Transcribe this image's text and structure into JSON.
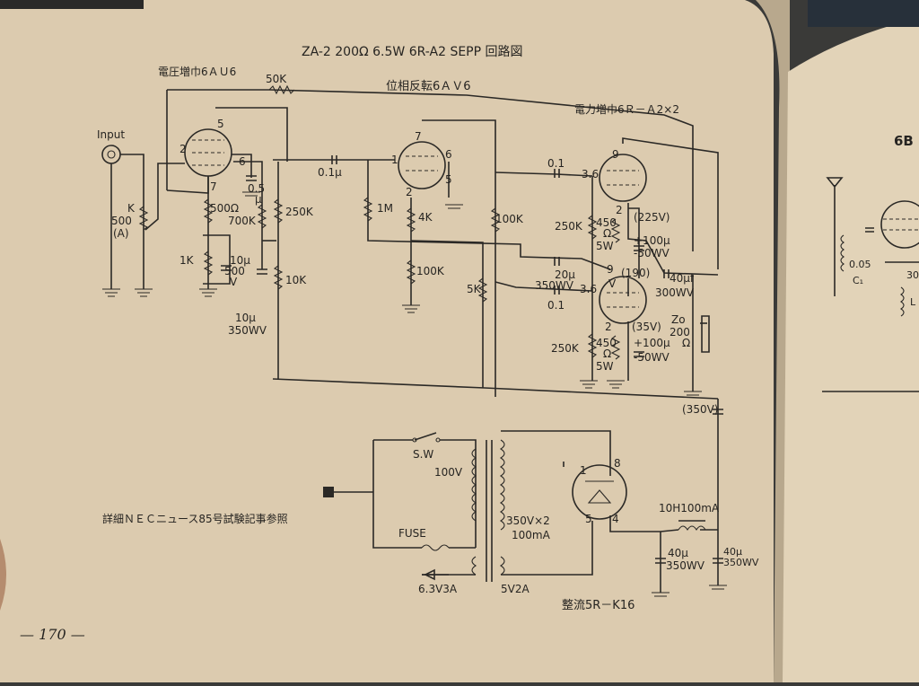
{
  "title": "ZA-2  200Ω  6.5W 6R-A2  SEPP  回路図",
  "stages": {
    "voltage_amp": "電圧増巾6ＡＵ6",
    "phase_inverter": "位相反転6ＡＶ6",
    "power_amp": "電力増巾6Ｒ－Ａ2×2",
    "rectifier": "整流5R－K16"
  },
  "input_label": "Input",
  "components": {
    "r_50k": "50K",
    "c_01u_a": "0.1μ",
    "c_01_b": "0.1",
    "c_01_c": "0.1",
    "pot_k": "K",
    "pot_500": "500",
    "pot_a": "(A)",
    "r_500ohm": "500Ω",
    "c_05": "0.5",
    "c_05_u": "μ",
    "r_700k": "700K",
    "r_250k_a": "250K",
    "r_1k": "1K",
    "c_10u": "10μ",
    "c_10u_v1": "500",
    "c_10u_v2": "V",
    "r_10k": "10K",
    "c_10u_350_a": "10μ",
    "c_10u_350_b": "350WV",
    "r_1m": "1M",
    "r_4k": "4K",
    "r_100k_a": "100K",
    "r_100k_b": "100K",
    "r_5k": "5K",
    "r_250k_b": "250K",
    "r_250k_c": "250K",
    "r_450_a": "450",
    "r_450_a_ohm": "Ω",
    "r_450_a_w": "5W",
    "r_450_b": "450",
    "r_450_b_ohm": "Ω",
    "r_450_b_w": "5W",
    "c_100u_a": "+100μ",
    "c_100u_a_v": "-50WV",
    "c_100u_b": "+100μ",
    "c_100u_b_v": "-50WV",
    "c_20u": "20μ",
    "c_20u_v": "350WV",
    "c_40uf": "40μf",
    "c_40uf_v": "300WV",
    "v_225": "(225V)",
    "v_190": "(190)",
    "v_190_unit": "V",
    "v_35": "(35V)",
    "v_350": "(350V)",
    "zo": "Zo",
    "zo_val": "200",
    "zo_unit": "Ω",
    "sw": "S.W",
    "v100": "100V",
    "fuse": "FUSE",
    "v350x2": "350V×2",
    "ma100": "100mA",
    "h6_3": "6.3V3A",
    "v5v2a": "5V2A",
    "choke": "10H100mA",
    "c_40u_a": "40μ",
    "c_40u_a_v": "350WV",
    "c_40u_b": "40μ",
    "c_40u_b_v": "350WV",
    "note": "詳細ＮＥＣニュース85号試験記事参照"
  },
  "pins": {
    "p1": "1",
    "p2": "2",
    "p5": "5",
    "p6": "6",
    "p7": "7",
    "p9": "9",
    "p3_6": "3.6",
    "p8": "8",
    "p4": "4"
  },
  "page_number": "— 170 —",
  "right_page": {
    "heading": "6B",
    "c_005": "0.05",
    "c1": "C₁",
    "r30": "30",
    "l": "L"
  }
}
